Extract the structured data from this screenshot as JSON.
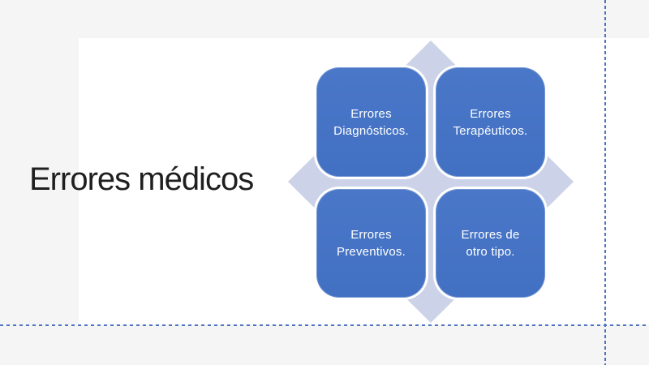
{
  "slide": {
    "title": "Errores médicos"
  },
  "diagram": {
    "boxes": [
      {
        "lines": [
          "Errores",
          "Diagnósticos."
        ]
      },
      {
        "lines": [
          "Errores",
          "Terapéuticos."
        ]
      },
      {
        "lines": [
          "Errores",
          "Preventivos."
        ]
      },
      {
        "lines": [
          "Errores de",
          "otro tipo."
        ]
      }
    ]
  },
  "colors": {
    "workspace_background": "#f5f5f6",
    "slide_background": "#ffffff",
    "box_fill": "#4472c4",
    "diamond_fill": "#ccd3e8",
    "box_text": "#ffffff",
    "title_text": "#1f1f1f",
    "guide": "#4d73c1"
  }
}
